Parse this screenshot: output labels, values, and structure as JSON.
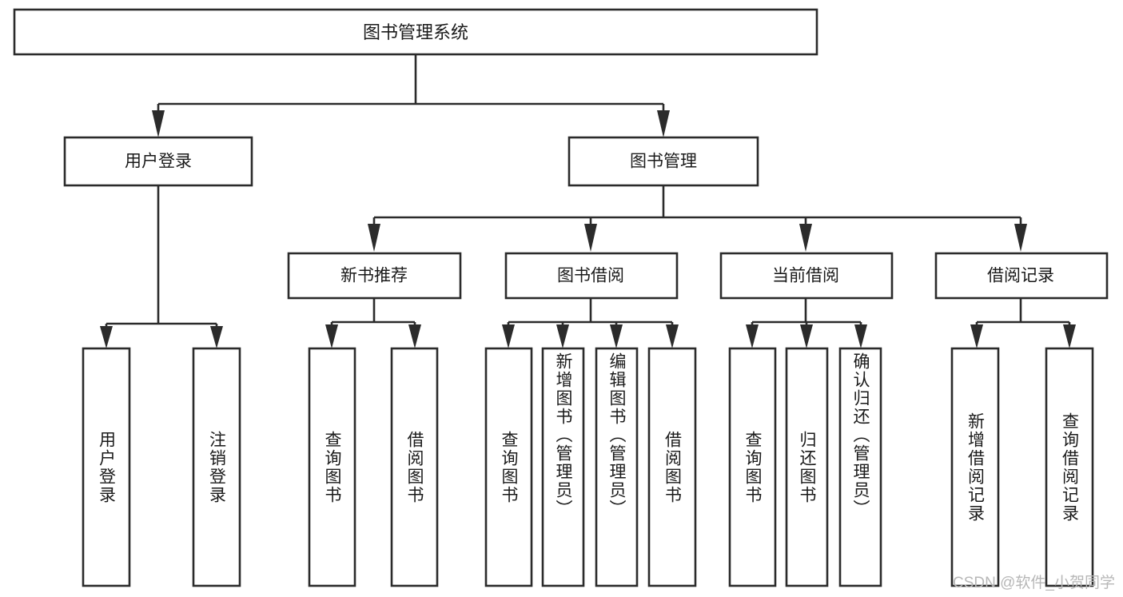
{
  "diagram": {
    "title_node": {
      "label": "图书管理系统"
    },
    "level2": [
      {
        "id": "user-login",
        "label": "用户登录"
      },
      {
        "id": "book-management",
        "label": "图书管理"
      }
    ],
    "level3": [
      {
        "id": "new-book-recommend",
        "label": "新书推荐"
      },
      {
        "id": "book-borrow",
        "label": "图书借阅"
      },
      {
        "id": "current-borrow",
        "label": "当前借阅"
      },
      {
        "id": "borrow-record",
        "label": "借阅记录"
      }
    ],
    "leaves": [
      {
        "id": "leaf-user-login",
        "label": "用户登录",
        "parent": "user-login"
      },
      {
        "id": "leaf-logout-login",
        "label": "注销登录",
        "parent": "user-login"
      },
      {
        "id": "leaf-query-book-1",
        "label": "查询图书",
        "parent": "new-book-recommend"
      },
      {
        "id": "leaf-borrow-book-1",
        "label": "借阅图书",
        "parent": "new-book-recommend"
      },
      {
        "id": "leaf-query-book-2",
        "label": "查询图书",
        "parent": "book-borrow"
      },
      {
        "id": "leaf-add-book",
        "label": "新增图书（管理员）",
        "parent": "book-borrow"
      },
      {
        "id": "leaf-edit-book",
        "label": "编辑图书（管理员）",
        "parent": "book-borrow"
      },
      {
        "id": "leaf-borrow-book-2",
        "label": "借阅图书",
        "parent": "book-borrow"
      },
      {
        "id": "leaf-query-book-3",
        "label": "查询图书",
        "parent": "current-borrow"
      },
      {
        "id": "leaf-return-book",
        "label": "归还图书",
        "parent": "current-borrow"
      },
      {
        "id": "leaf-confirm-return",
        "label": "确认归还（管理员）",
        "parent": "current-borrow"
      },
      {
        "id": "leaf-add-borrow-record",
        "label": "新增借阅记录",
        "parent": "borrow-record"
      },
      {
        "id": "leaf-query-borrow-record",
        "label": "查询借阅记录",
        "parent": "borrow-record"
      }
    ],
    "watermark": "CSDN @软件_小贺同学",
    "colors": {
      "box_stroke": "#2b2b2b",
      "box_fill": "#ffffff",
      "text": "#1a1a1a",
      "background": "#ffffff",
      "watermark": "#b7b7b7"
    }
  }
}
